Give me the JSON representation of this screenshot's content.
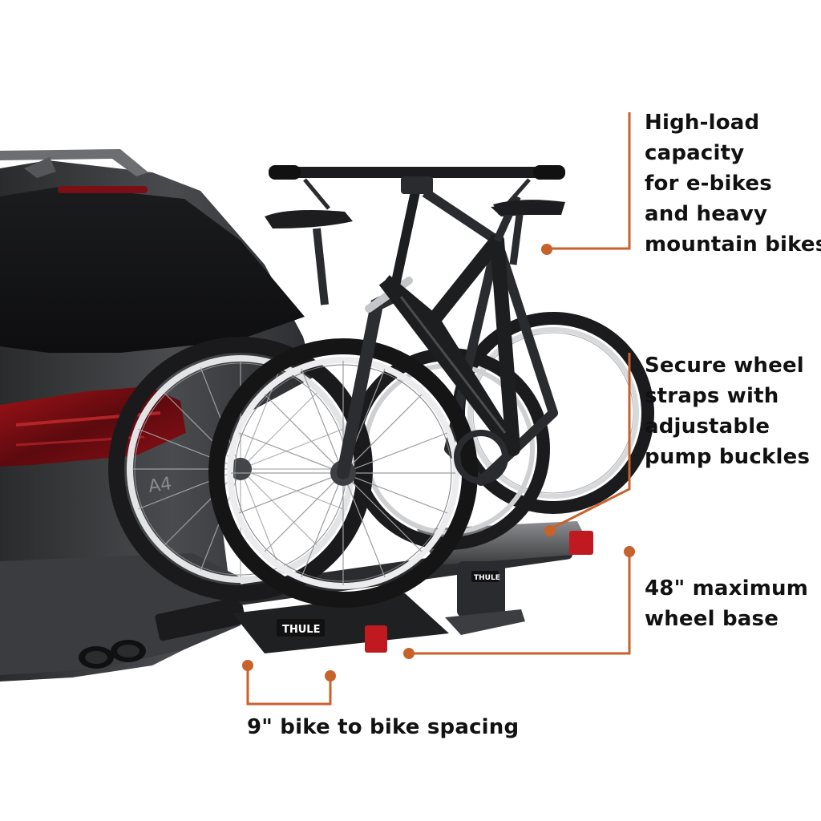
{
  "image": {
    "subject": "bike-rack",
    "brand_logo_text": "THULE",
    "vehicle_badge_text": "A4",
    "callout_color": "#c8622b"
  },
  "callouts": {
    "load_capacity": [
      "High-load",
      "capacity",
      "for e-bikes",
      "and heavy",
      "mountain bikes"
    ],
    "wheel_straps": [
      "Secure wheel",
      "straps with",
      "adjustable",
      "pump buckles"
    ],
    "wheel_base": [
      "48\" maximum",
      "wheel base"
    ],
    "bike_spacing": [
      "9\" bike to bike spacing"
    ]
  }
}
